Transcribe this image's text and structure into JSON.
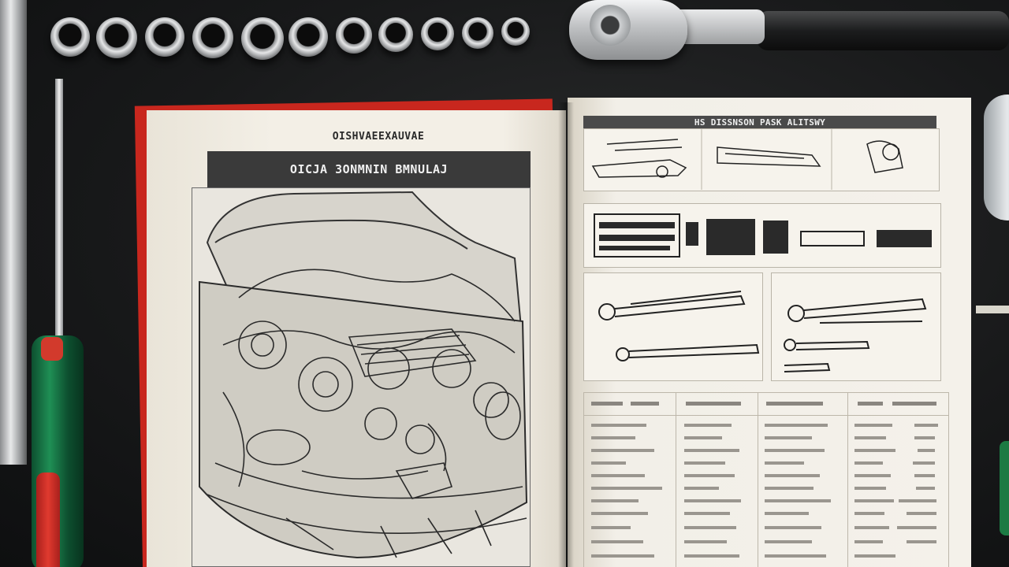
{
  "scene": {
    "description_free": true,
    "book": {
      "left_page": {
        "running_head": "OISHVAEEXAUVAE",
        "figure_header": "OICJA 3ONMNIN BMNULAJ"
      },
      "right_page": {
        "header": "HS DISSNSON PASK ALITSWY"
      }
    },
    "colors": {
      "book_cover": "#c8271e",
      "page": "#f2efe8",
      "screwdriver_green": "#1f8f55",
      "screwdriver_red": "#e03a2f",
      "chrome": "#e6e7e8",
      "table_surface": "#141516"
    },
    "icons": [
      "socket-icon",
      "ratchet-icon",
      "screwdriver-icon",
      "steel-bar-icon"
    ]
  }
}
